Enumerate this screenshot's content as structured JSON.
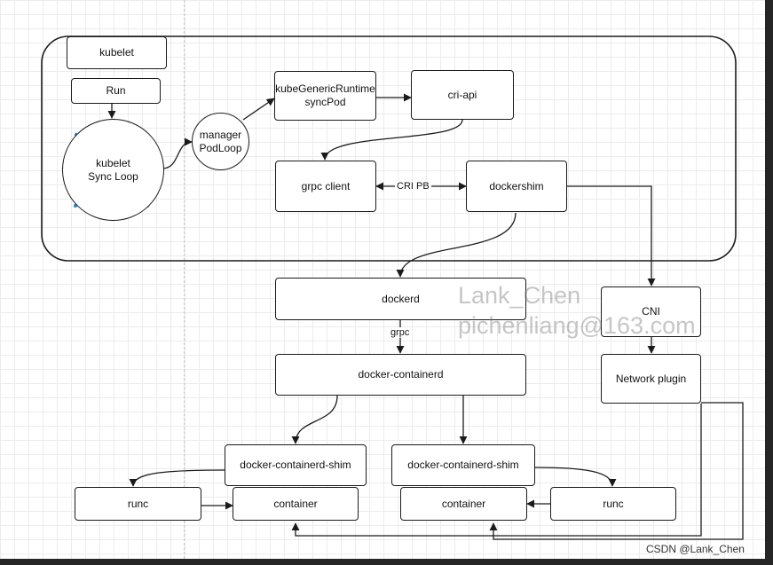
{
  "nodes": {
    "kubelet": "kubelet",
    "run": "Run",
    "sync_loop": "kubelet\nSync Loop",
    "manager": "manager\nPodLoop",
    "runtime": "kubeGenericRuntime\nsyncPod",
    "cri_api": "cri-api",
    "grpc_client": "grpc client",
    "dockershim": "dockershim",
    "dockerd": "dockerd",
    "containerd": "docker-containerd",
    "shim_left": "docker-containerd-shim",
    "shim_right": "docker-containerd-shim",
    "runc_left": "runc",
    "container_left": "container",
    "container_right": "container",
    "runc_right": "runc",
    "cni": "CNI",
    "network_plugin": "Network plugin"
  },
  "edge_labels": {
    "cri_pb": "CRI PB",
    "grpc": "grpc"
  },
  "watermark": {
    "name": "Lank_Chen",
    "email": "pichenliang@163.com"
  },
  "credit": "CSDN @Lank_Chen",
  "colors": {
    "stroke": "#1b1b1b",
    "grid": "#ececec",
    "handle": "#2b8fd6",
    "frame": "#262626"
  }
}
